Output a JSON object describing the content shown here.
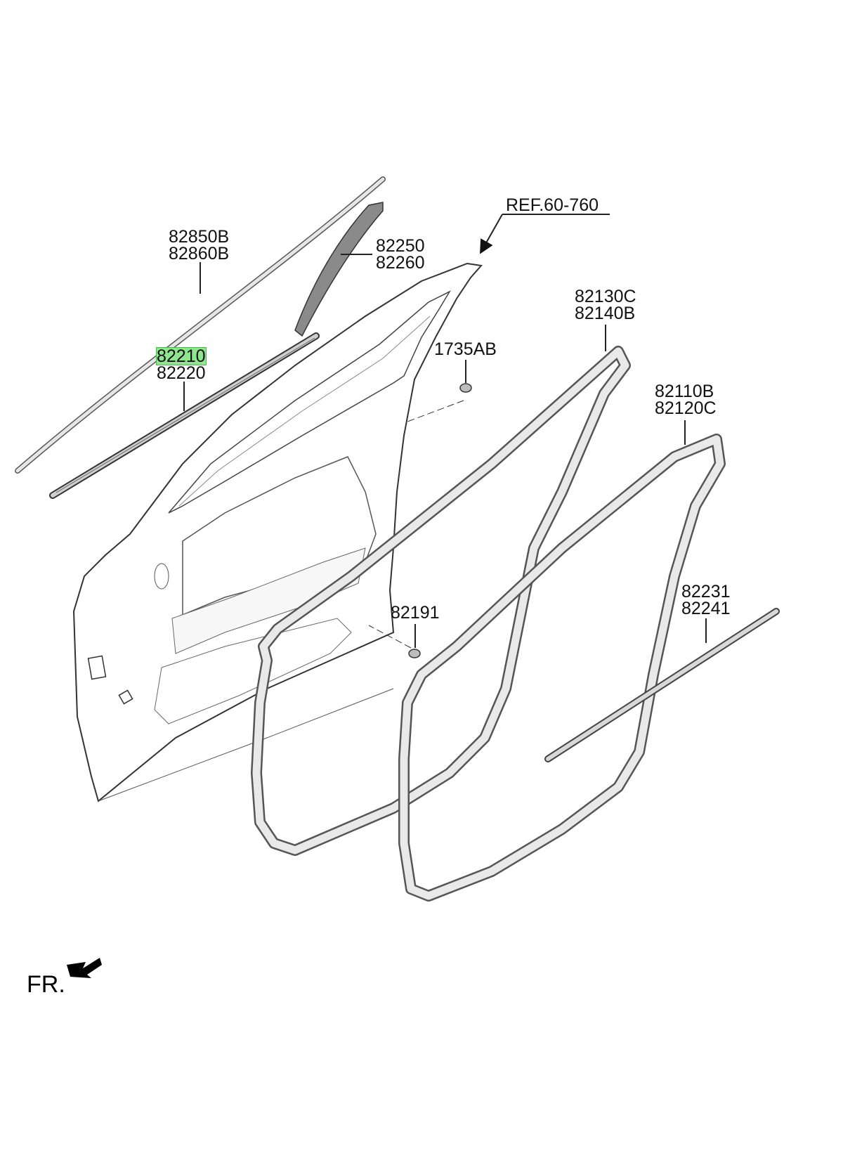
{
  "labels": {
    "roof_molding": [
      "82850B",
      "82860B"
    ],
    "frame_garnish": [
      "82250",
      "82260"
    ],
    "ref": "REF.60-760",
    "weatherstrip_belt": [
      "82210",
      "82220"
    ],
    "plug": "1735AB",
    "door_side_weatherstrip": [
      "82130C",
      "82140B"
    ],
    "body_side_weatherstrip": [
      "82110B",
      "82120C"
    ],
    "grommet": "82191",
    "lower_strip": [
      "82231",
      "82241"
    ],
    "front_indicator": "FR."
  },
  "selected_part": "82210",
  "colors": {
    "highlight": "#8fe58f",
    "line": "#222222",
    "seal_fill": "#e9e9e9",
    "garnish_fill": "#8a8a8a"
  }
}
